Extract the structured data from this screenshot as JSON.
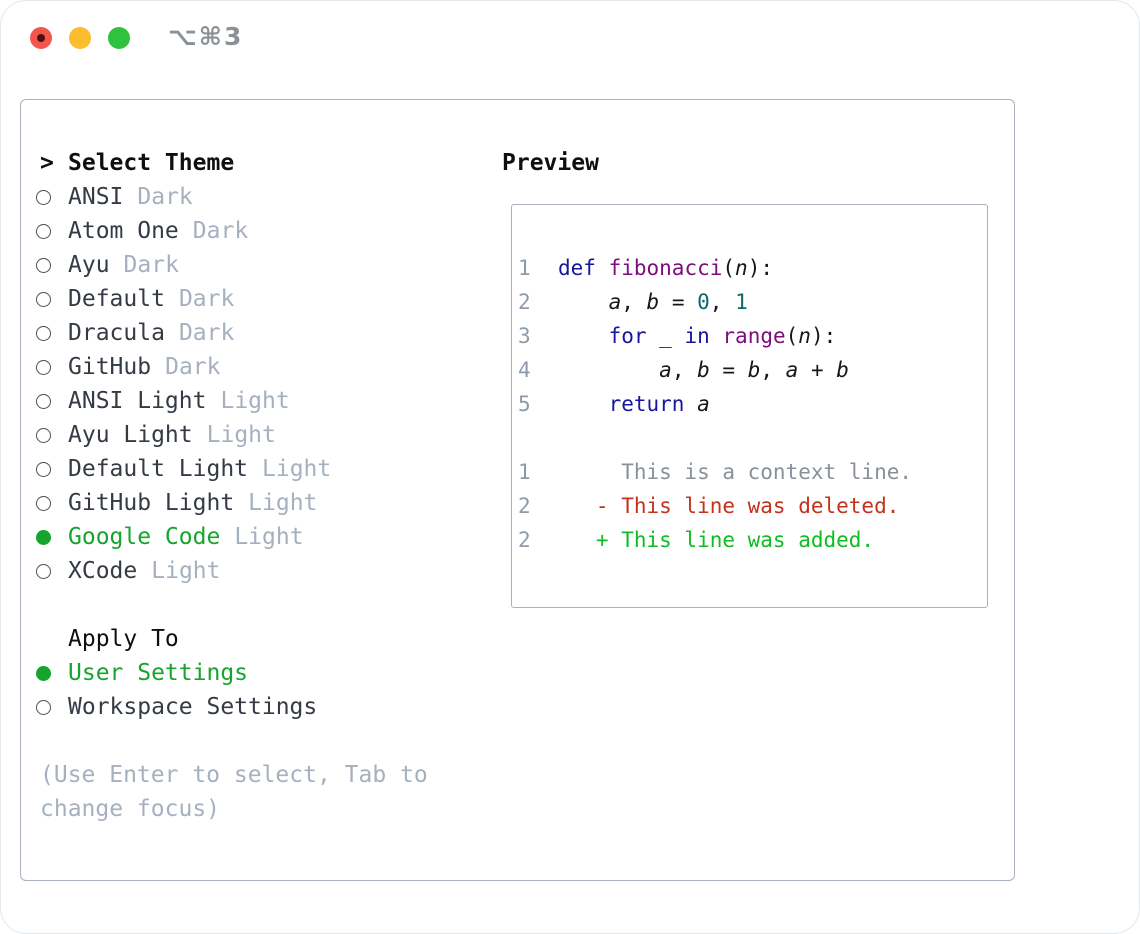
{
  "window": {
    "title": "⌥⌘3"
  },
  "theme_list": {
    "prompt": ">",
    "heading": "Select Theme",
    "items": [
      {
        "name": "ANSI",
        "tag": "Dark",
        "selected": false
      },
      {
        "name": "Atom One",
        "tag": "Dark",
        "selected": false
      },
      {
        "name": "Ayu",
        "tag": "Dark",
        "selected": false
      },
      {
        "name": "Default",
        "tag": "Dark",
        "selected": false
      },
      {
        "name": "Dracula",
        "tag": "Dark",
        "selected": false
      },
      {
        "name": "GitHub",
        "tag": "Dark",
        "selected": false
      },
      {
        "name": "ANSI Light",
        "tag": "Light",
        "selected": false
      },
      {
        "name": "Ayu Light",
        "tag": "Light",
        "selected": false
      },
      {
        "name": "Default Light",
        "tag": "Light",
        "selected": false
      },
      {
        "name": "GitHub Light",
        "tag": "Light",
        "selected": false
      },
      {
        "name": "Google Code",
        "tag": "Light",
        "selected": true
      },
      {
        "name": "XCode",
        "tag": "Light",
        "selected": false
      }
    ]
  },
  "apply_to": {
    "heading": "Apply To",
    "items": [
      {
        "name": "User Settings",
        "selected": true
      },
      {
        "name": "Workspace Settings",
        "selected": false
      }
    ]
  },
  "help_text": "(Use Enter to select, Tab to change focus)",
  "preview": {
    "heading": "Preview",
    "code_lines": [
      {
        "ln": "1",
        "segs": [
          [
            "kwd",
            "def"
          ],
          [
            "pln",
            " "
          ],
          [
            "typ",
            "fibonacci"
          ],
          [
            "pln",
            "("
          ],
          [
            "var",
            "n"
          ],
          [
            "pln",
            "):"
          ]
        ]
      },
      {
        "ln": "2",
        "segs": [
          [
            "pln",
            "    "
          ],
          [
            "var",
            "a"
          ],
          [
            "pln",
            ", "
          ],
          [
            "var",
            "b"
          ],
          [
            "pln",
            " = "
          ],
          [
            "lit",
            "0"
          ],
          [
            "pln",
            ", "
          ],
          [
            "lit",
            "1"
          ]
        ]
      },
      {
        "ln": "3",
        "segs": [
          [
            "pln",
            "    "
          ],
          [
            "kwd",
            "for"
          ],
          [
            "pln",
            " _ "
          ],
          [
            "kwd",
            "in"
          ],
          [
            "pln",
            " "
          ],
          [
            "typ",
            "range"
          ],
          [
            "pln",
            "("
          ],
          [
            "var",
            "n"
          ],
          [
            "pln",
            "):"
          ]
        ]
      },
      {
        "ln": "4",
        "segs": [
          [
            "pln",
            "        "
          ],
          [
            "var",
            "a"
          ],
          [
            "pln",
            ", "
          ],
          [
            "var",
            "b"
          ],
          [
            "pln",
            " = "
          ],
          [
            "var",
            "b"
          ],
          [
            "pln",
            ", "
          ],
          [
            "var",
            "a"
          ],
          [
            "pln",
            " + "
          ],
          [
            "var",
            "b"
          ]
        ]
      },
      {
        "ln": "5",
        "segs": [
          [
            "pln",
            "    "
          ],
          [
            "kwd",
            "return"
          ],
          [
            "pln",
            " "
          ],
          [
            "var",
            "a"
          ]
        ]
      }
    ],
    "diff_lines": [
      {
        "ln": "1",
        "cls": "ctx",
        "text": "     This is a context line."
      },
      {
        "ln": "2",
        "cls": "del",
        "text": "   - This line was deleted."
      },
      {
        "ln": "2",
        "cls": "add",
        "text": "   + This line was added."
      }
    ]
  },
  "colors": {
    "border": "#a9b1bc",
    "fg-bold": "#0d0f12",
    "fg-item": "#343b44",
    "fg-muted": "#a6b0bf",
    "green": "#17a42e",
    "ln": "#8f9aa8",
    "kwd": "#16169e",
    "typ": "#7c0d7c",
    "lit": "#0d6868",
    "pln": "#15171a",
    "ctx": "#889099",
    "del": "#c4321b",
    "add": "#0fbd23"
  }
}
